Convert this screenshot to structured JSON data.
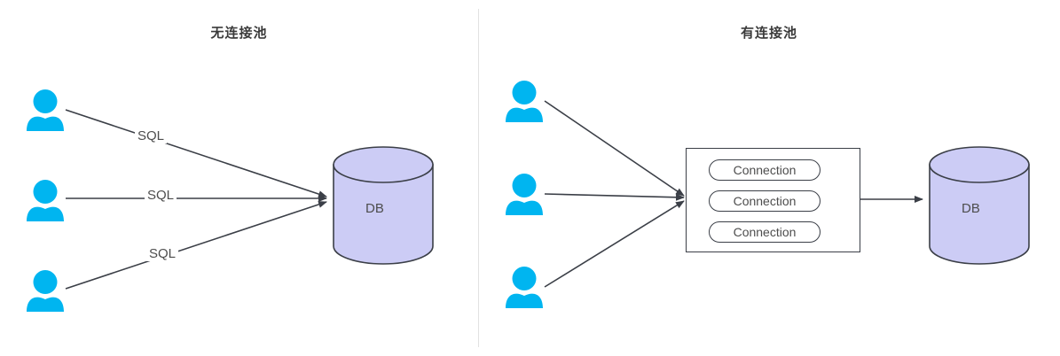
{
  "diagram": {
    "type": "comparison-diagram",
    "panels": [
      {
        "id": "left",
        "title": "无连接池",
        "clients": [
          {
            "name": "client-1",
            "icon": "user-icon"
          },
          {
            "name": "client-2",
            "icon": "user-icon"
          },
          {
            "name": "client-3",
            "icon": "user-icon"
          }
        ],
        "edges": [
          {
            "label": "SQL",
            "from": "client-1",
            "to": "database"
          },
          {
            "label": "SQL",
            "from": "client-2",
            "to": "database"
          },
          {
            "label": "SQL",
            "from": "client-3",
            "to": "database"
          }
        ],
        "database": {
          "label": "DB",
          "shape": "cylinder"
        }
      },
      {
        "id": "right",
        "title": "有连接池",
        "clients": [
          {
            "name": "client-1",
            "icon": "user-icon"
          },
          {
            "name": "client-2",
            "icon": "user-icon"
          },
          {
            "name": "client-3",
            "icon": "user-icon"
          }
        ],
        "pool": {
          "name": "connection-pool",
          "connections": [
            {
              "label": "Connection"
            },
            {
              "label": "Connection"
            },
            {
              "label": "Connection"
            }
          ]
        },
        "database": {
          "label": "DB",
          "shape": "cylinder"
        }
      }
    ]
  },
  "colors": {
    "user_icon": "#00b5f0",
    "db_fill": "#ccccf5",
    "db_stroke": "#3b3f47",
    "line": "#3b3f47",
    "divider": "#e2e2e2",
    "text": "#4d4d4d",
    "title_text": "#3a3a3a"
  }
}
